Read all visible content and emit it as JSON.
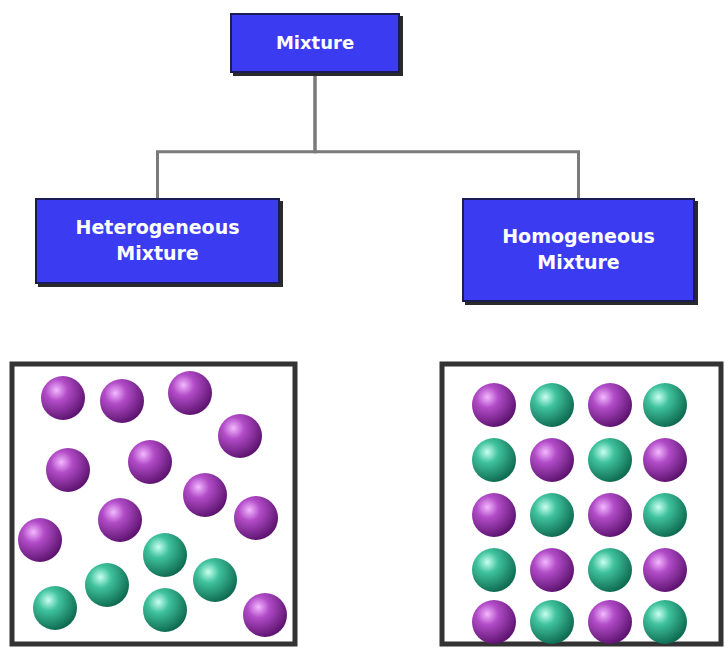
{
  "diagram": {
    "nodes": [
      {
        "text": [
          "Mixture"
        ]
      },
      {
        "text": [
          "Heterogeneous Mixture"
        ]
      },
      {
        "text": [
          "Homogeneous Mixture"
        ]
      }
    ],
    "edges": [
      {
        "from": 0,
        "to": 1,
        "arrow": "none"
      },
      {
        "from": 0,
        "to": 2,
        "arrow": "none"
      }
    ]
  }
}
